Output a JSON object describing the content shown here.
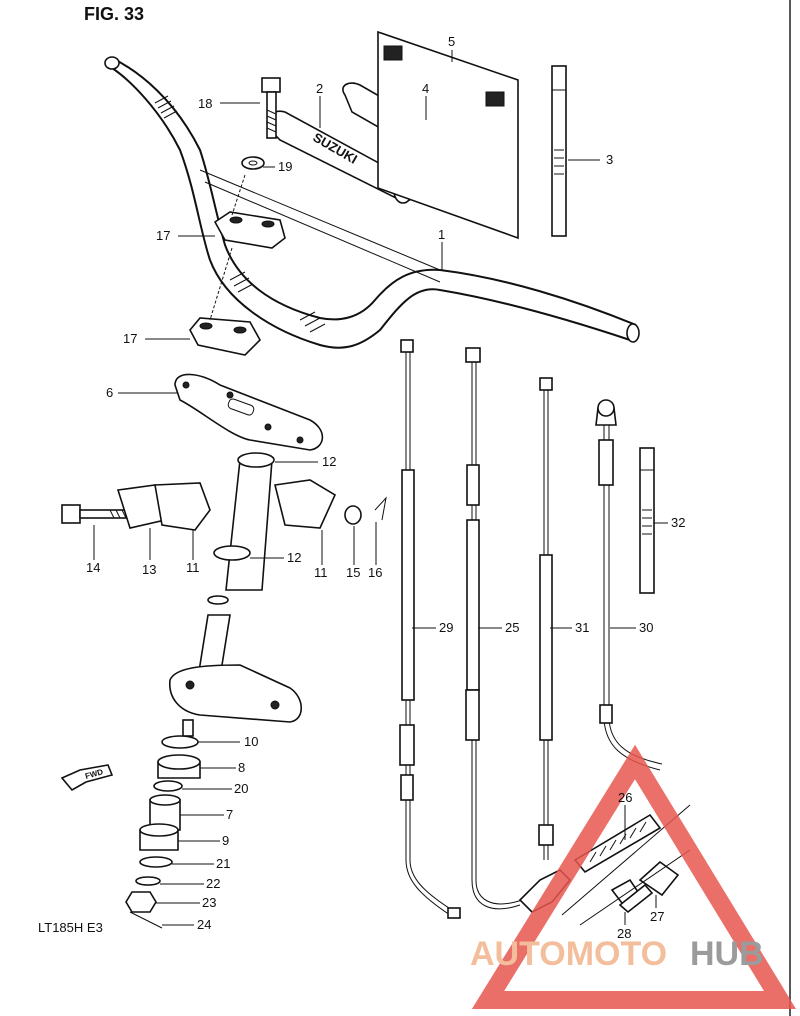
{
  "figure": {
    "title": "FIG. 33",
    "model_code": "LT185H  E3",
    "brand_text": "SUZUKI",
    "fwd_label": "FWD"
  },
  "watermark": {
    "text_primary": "AUTOMOTO",
    "text_secondary": "HUB",
    "colors": {
      "triangle": "#e8574f",
      "primary": "#f2b38a",
      "secondary": "#8a8a8a"
    }
  },
  "callouts": [
    {
      "id": "c18",
      "text": "18"
    },
    {
      "id": "c2",
      "text": "2"
    },
    {
      "id": "c4",
      "text": "4"
    },
    {
      "id": "c5",
      "text": "5"
    },
    {
      "id": "c3",
      "text": "3"
    },
    {
      "id": "c19",
      "text": "19"
    },
    {
      "id": "c17a",
      "text": "17"
    },
    {
      "id": "c1",
      "text": "1"
    },
    {
      "id": "c17b",
      "text": "17"
    },
    {
      "id": "c6",
      "text": "6"
    },
    {
      "id": "c12a",
      "text": "12"
    },
    {
      "id": "c12b",
      "text": "12"
    },
    {
      "id": "c14",
      "text": "14"
    },
    {
      "id": "c13",
      "text": "13"
    },
    {
      "id": "c11a",
      "text": "11"
    },
    {
      "id": "c11b",
      "text": "11"
    },
    {
      "id": "c15",
      "text": "15"
    },
    {
      "id": "c16",
      "text": "16"
    },
    {
      "id": "c29",
      "text": "29"
    },
    {
      "id": "c25",
      "text": "25"
    },
    {
      "id": "c31",
      "text": "31"
    },
    {
      "id": "c30",
      "text": "30"
    },
    {
      "id": "c32",
      "text": "32"
    },
    {
      "id": "c10",
      "text": "10"
    },
    {
      "id": "c8",
      "text": "8"
    },
    {
      "id": "c20",
      "text": "20"
    },
    {
      "id": "c7",
      "text": "7"
    },
    {
      "id": "c9",
      "text": "9"
    },
    {
      "id": "c21",
      "text": "21"
    },
    {
      "id": "c22",
      "text": "22"
    },
    {
      "id": "c23",
      "text": "23"
    },
    {
      "id": "c24",
      "text": "24"
    },
    {
      "id": "c26",
      "text": "26"
    },
    {
      "id": "c27",
      "text": "27"
    },
    {
      "id": "c28",
      "text": "28"
    }
  ]
}
